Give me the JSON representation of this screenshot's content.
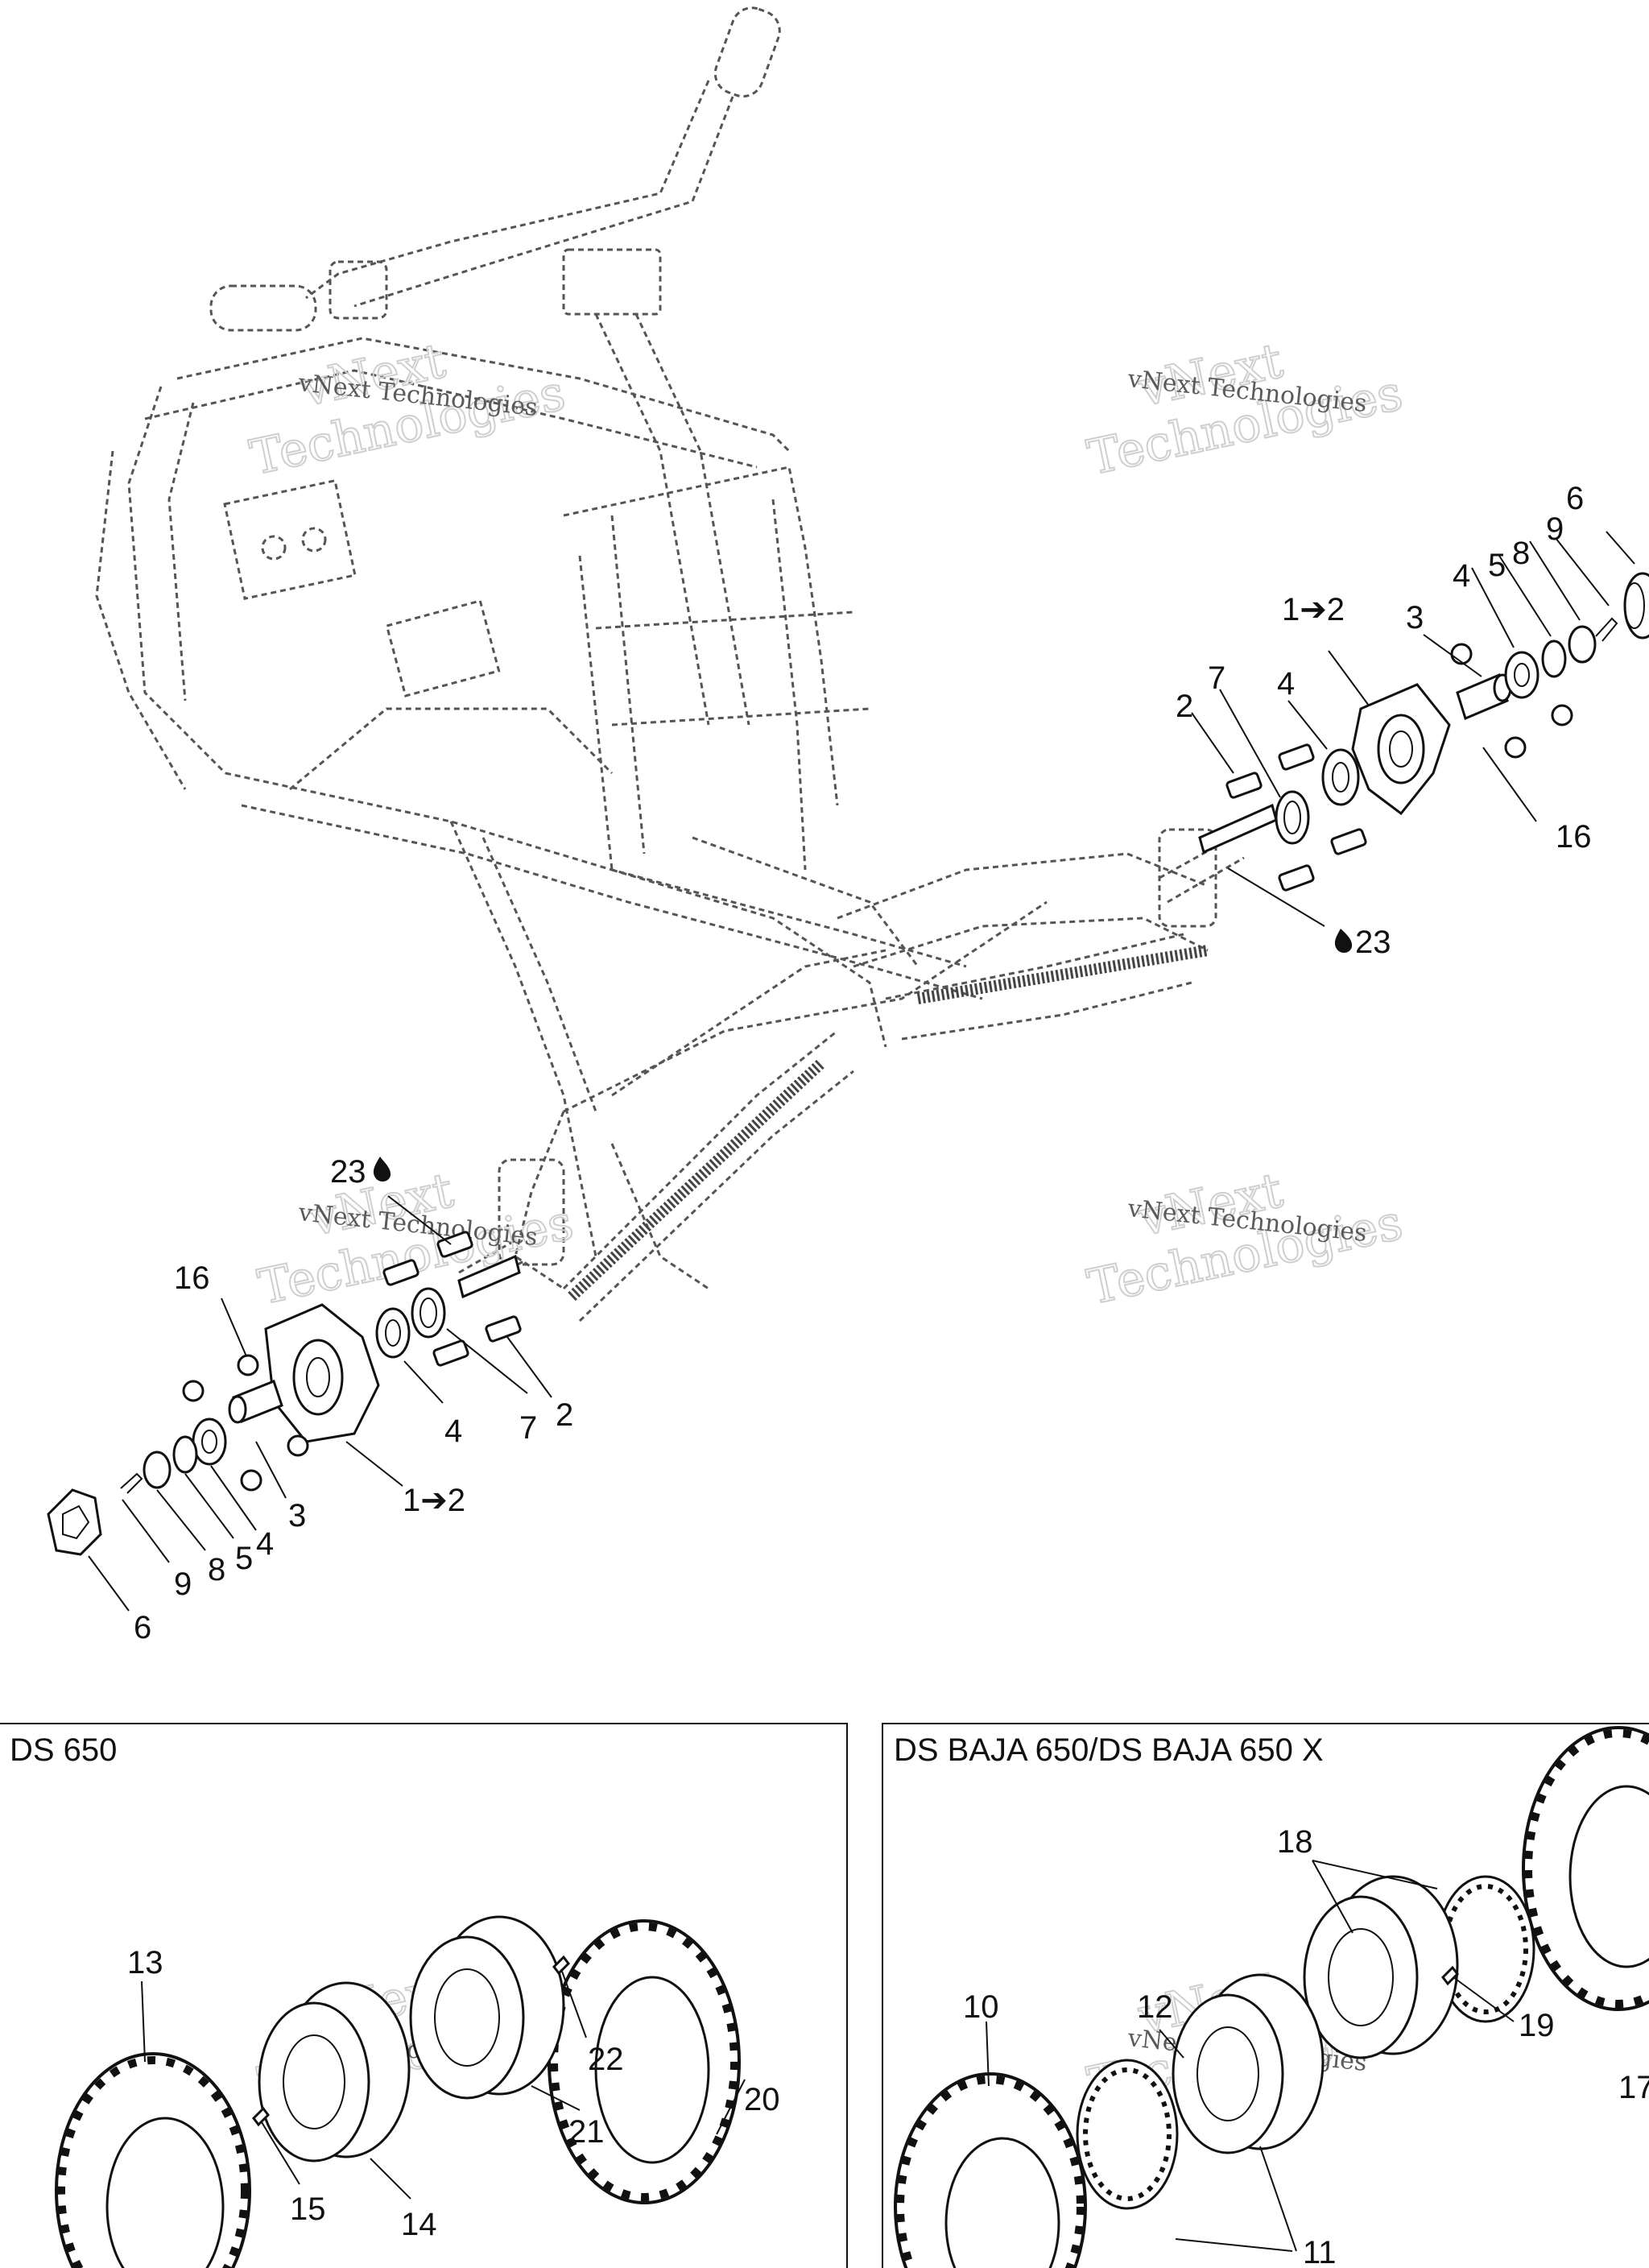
{
  "watermark": {
    "line1": "vNext",
    "line2": "Technologies",
    "full": "vNext Technologies"
  },
  "panels": {
    "left_title": "DS 650",
    "right_title": "DS BAJA 650/DS BAJA 650 X"
  },
  "callouts": {
    "r6": "6",
    "r9": "9",
    "r8": "8",
    "r5": "5",
    "r4a": "4",
    "r3": "3",
    "r1to2": "1➔2",
    "r7": "7",
    "r2": "2",
    "r4b": "4",
    "r16": "16",
    "r23": "23",
    "l23": "23",
    "l16": "16",
    "l4": "4",
    "l7": "7",
    "l2": "2",
    "l3": "3",
    "l1to2": "1➔2",
    "l9": "9",
    "l8": "8",
    "l5": "5",
    "l4b": "4",
    "l6": "6",
    "p13": "13",
    "p22": "22",
    "p20": "20",
    "p21": "21",
    "p15": "15",
    "p14": "14",
    "q18": "18",
    "q10": "10",
    "q12": "12",
    "q19": "19",
    "q17": "17",
    "q11": "11"
  },
  "icons": {
    "arrow": "arrow-right-icon",
    "grease": "grease-drop-icon"
  }
}
